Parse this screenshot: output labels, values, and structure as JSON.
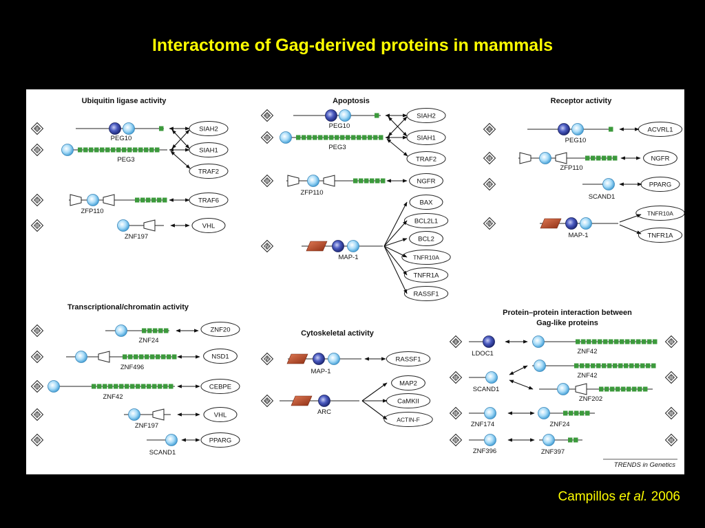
{
  "title": "Interactome of Gag-derived proteins in mammals",
  "credit": {
    "author": "Campillos",
    "etal": "et al.",
    "year": "2006"
  },
  "figure": {
    "footer": "TRENDS in Genetics",
    "colors": {
      "peg_domain": "#4050b0",
      "ltr_domain": "#9fd4f5",
      "zinc_finger": "#3c9a3c",
      "death_domain": "#b34a2a"
    },
    "sections": [
      {
        "title": "Ubiquitin ligase activity",
        "rows": [
          {
            "badge": "II",
            "protein": "PEG10",
            "targets": [
              "SIAH2",
              "SIAH1",
              "TRAF2"
            ]
          },
          {
            "badge": "III",
            "protein": "PEG3",
            "targets": []
          },
          {
            "badge": "III",
            "protein": "ZFP110",
            "targets": [
              "TRAF6"
            ]
          },
          {
            "badge": "III",
            "protein": "ZNF197",
            "targets": [
              "VHL"
            ]
          }
        ]
      },
      {
        "title": "Apoptosis",
        "rows": [
          {
            "badge": "II",
            "protein": "PEG10",
            "targets": [
              "SIAH2",
              "SIAH1"
            ]
          },
          {
            "badge": "III",
            "protein": "PEG3",
            "targets": [
              "TRAF2"
            ]
          },
          {
            "badge": "III",
            "protein": "ZFP110",
            "targets": [
              "NGFR"
            ]
          },
          {
            "badge": "IV",
            "protein": "MAP-1",
            "targets": [
              "BAX",
              "BCL2L1",
              "BCL2",
              "TNFR10A",
              "TNFR1A",
              "RASSF1"
            ]
          }
        ]
      },
      {
        "title": "Receptor activity",
        "rows": [
          {
            "badge": "II",
            "protein": "PEG10",
            "targets": [
              "ACVRL1"
            ]
          },
          {
            "badge": "III",
            "protein": "ZFP110",
            "targets": [
              "NGFR"
            ]
          },
          {
            "badge": "III",
            "protein": "SCAND1",
            "targets": [
              "PPARG"
            ]
          },
          {
            "badge": "IV",
            "protein": "MAP-1",
            "targets": [
              "TNFR10A",
              "TNFR1A"
            ]
          }
        ]
      },
      {
        "title": "Transcriptional/chromatin activity",
        "rows": [
          {
            "badge": "III",
            "protein": "ZNF24",
            "targets": [
              "ZNF20"
            ]
          },
          {
            "badge": "III",
            "protein": "ZNF496",
            "targets": [
              "NSD1"
            ]
          },
          {
            "badge": "III",
            "protein": "ZNF42",
            "targets": [
              "CEBPE"
            ]
          },
          {
            "badge": "III",
            "protein": "ZNF197",
            "targets": [
              "VHL"
            ]
          },
          {
            "badge": "III",
            "protein": "SCAND1",
            "targets": [
              "PPARG"
            ]
          }
        ]
      },
      {
        "title": "Cytoskeletal activity",
        "rows": [
          {
            "badge": "IV",
            "protein": "MAP-1",
            "targets": [
              "RASSF1"
            ]
          },
          {
            "badge": "V",
            "protein": "ARC",
            "targets": [
              "MAP2",
              "CaMKII",
              "ACTIN-F"
            ]
          }
        ]
      },
      {
        "title": "Protein–protein interaction between",
        "title2": "Gag-like proteins",
        "rows": [
          {
            "badge": "II",
            "protein": "LDOC1",
            "partners": [
              "ZNF42"
            ],
            "badge_right": "III"
          },
          {
            "badge": "III",
            "protein": "SCAND1",
            "partners": [
              "ZNF42",
              "ZNF202"
            ],
            "badge_right": "III"
          },
          {
            "badge": "III",
            "protein": "ZNF174",
            "partners": [
              "ZNF24"
            ],
            "badge_right": "III"
          },
          {
            "badge": "III",
            "protein": "ZNF396",
            "partners": [
              "ZNF397"
            ],
            "badge_right": "III"
          }
        ]
      }
    ]
  }
}
